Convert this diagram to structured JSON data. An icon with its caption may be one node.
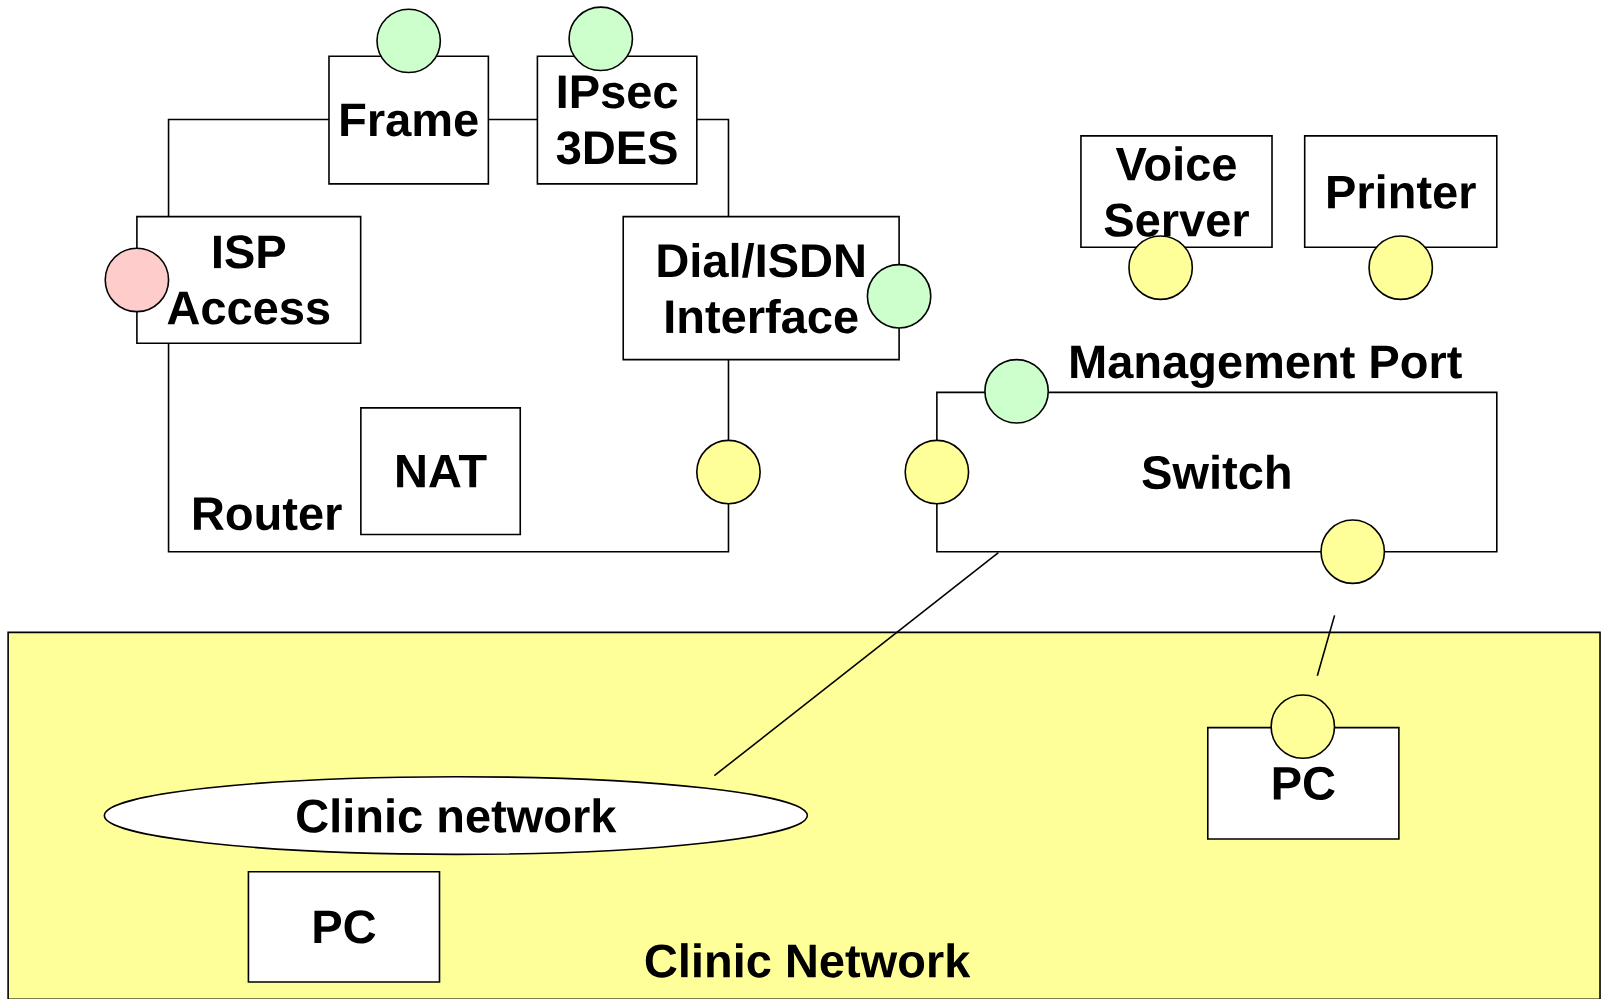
{
  "diagram": {
    "nodes": [
      {
        "text": [
          "Router"
        ]
      },
      {
        "text": [
          "Frame"
        ]
      },
      {
        "text": [],
        "shape": "circle"
      },
      {
        "text": [
          "IPsec 3DES"
        ]
      },
      {
        "text": [],
        "shape": "circle"
      },
      {
        "text": [
          "ISP Access"
        ]
      },
      {
        "text": [],
        "shape": "circle"
      },
      {
        "text": [
          "Dial/ISDN Interface"
        ]
      },
      {
        "text": [],
        "shape": "circle"
      },
      {
        "text": [
          "NAT"
        ],
        "in": 0
      },
      {
        "text": [],
        "shape": "circle"
      },
      {
        "text": [
          "Voice Server"
        ]
      },
      {
        "text": [],
        "shape": "circle"
      },
      {
        "text": [
          "Printer"
        ]
      },
      {
        "text": [],
        "shape": "circle"
      },
      {
        "text": [
          "Switch"
        ]
      },
      {
        "text": [],
        "shape": "circle",
        "beside": [
          "Management Port"
        ]
      },
      {
        "text": [],
        "shape": "circle"
      },
      {
        "text": [],
        "shape": "circle"
      },
      {
        "text": [
          "Clinic Network"
        ]
      },
      {
        "text": [
          "Clinic network"
        ],
        "in": 19
      },
      {
        "text": [
          "PC"
        ],
        "in": 19
      },
      {
        "text": [],
        "shape": "circle",
        "in": 19
      },
      {
        "text": [
          "PC"
        ],
        "in": 19
      }
    ],
    "edges": [
      {
        "from": 15,
        "to": 20,
        "arrow": "none"
      },
      {
        "from": 18,
        "to": 22,
        "arrow": "none"
      }
    ]
  }
}
